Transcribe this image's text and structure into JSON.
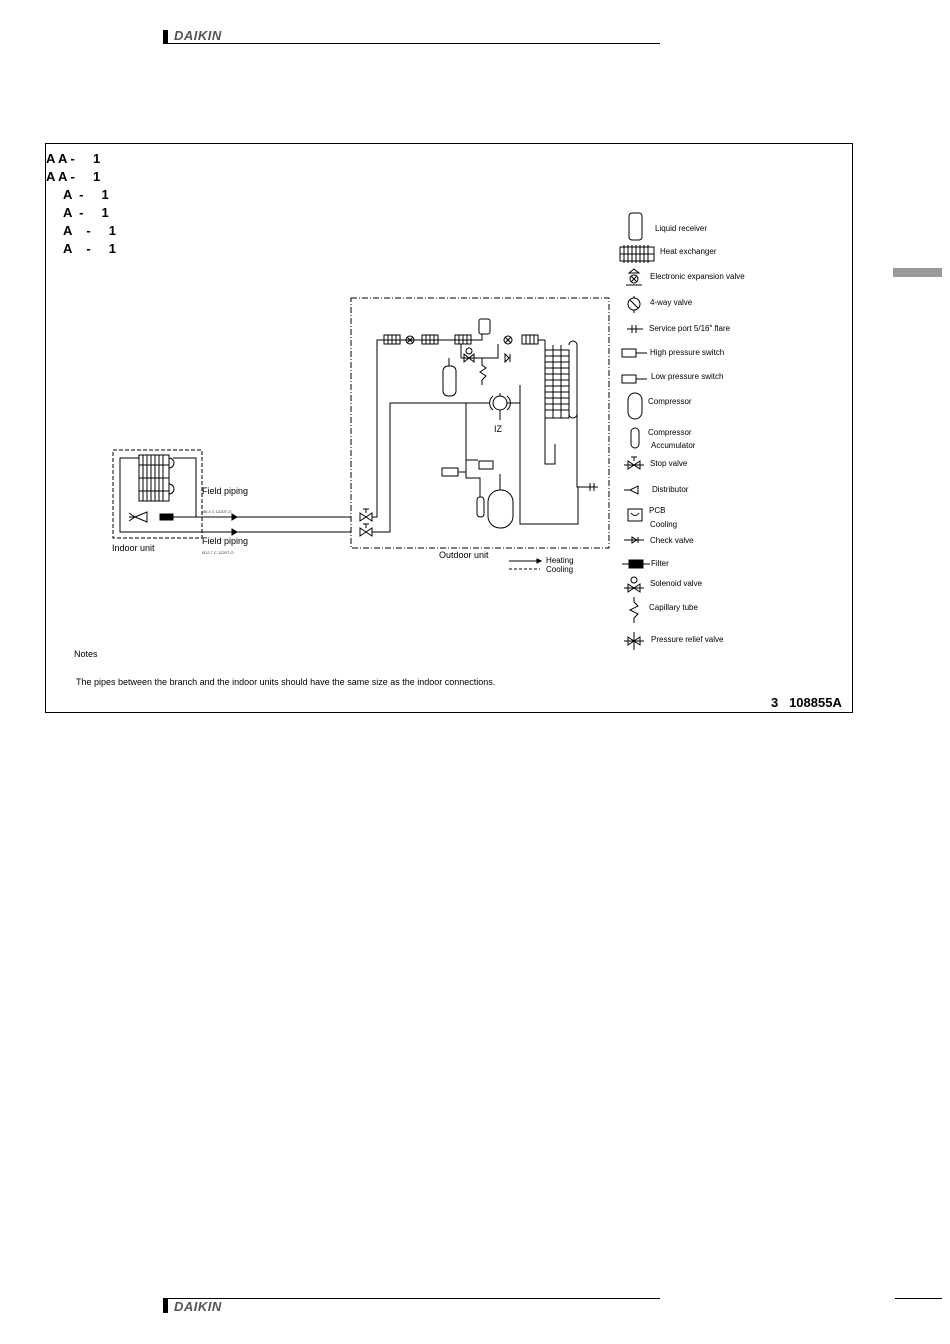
{
  "header": {
    "brand": "DAIKIN"
  },
  "footer": {
    "brand": "DAIKIN"
  },
  "models": [
    "A A -     1",
    "A A -     1",
    "A  -     1",
    "A  -     1",
    "A    -     1",
    "A    -     1"
  ],
  "diagram": {
    "indoor_label": "Indoor unit",
    "outdoor_label": "Outdoor unit",
    "field_piping_1": "Field piping",
    "field_piping_2": "Field piping",
    "pipe_spec_1": "Ø6.4    C 1220T-O",
    "pipe_spec_2": "Ø12.7    C 1220T-O",
    "heating": "Heating",
    "cooling": "Cooling",
    "iz_label": "IZ"
  },
  "legend": [
    {
      "label": "Liquid receiver",
      "icon": "liquid-receiver-icon"
    },
    {
      "label": "Heat exchanger",
      "icon": "heat-exchanger-icon"
    },
    {
      "label": "Electronic expansion valve",
      "icon": "expansion-valve-icon"
    },
    {
      "label": "4-way valve",
      "icon": "four-way-valve-icon"
    },
    {
      "label": "Service port   5/16\" flare",
      "icon": "service-port-icon"
    },
    {
      "label": "High pressure switch",
      "icon": "high-pressure-switch-icon"
    },
    {
      "label": "Low pressure switch",
      "icon": "low-pressure-switch-icon"
    },
    {
      "label": "Compressor",
      "icon": "compressor-icon"
    },
    {
      "label": "Compressor",
      "icon": "accumulator-icon"
    },
    {
      "label": "Accumulator",
      "icon": ""
    },
    {
      "label": "Stop valve",
      "icon": "stop-valve-icon"
    },
    {
      "label": "Distributor",
      "icon": "distributor-icon"
    },
    {
      "label": "PCB",
      "icon": "pcb-icon"
    },
    {
      "label": "Cooling",
      "icon": ""
    },
    {
      "label": "Check valve",
      "icon": "check-valve-icon"
    },
    {
      "label": "Filter",
      "icon": "filter-icon"
    },
    {
      "label": "Solenoid valve",
      "icon": "solenoid-valve-icon"
    },
    {
      "label": "Capillary tube",
      "icon": "capillary-tube-icon"
    },
    {
      "label": "Pressure relief valve",
      "icon": "pressure-relief-valve-icon"
    }
  ],
  "notes": {
    "title": "Notes",
    "text": "The pipes between the branch and the indoor units should have the same size as the indoor connections."
  },
  "doc_number": "3   108855A"
}
